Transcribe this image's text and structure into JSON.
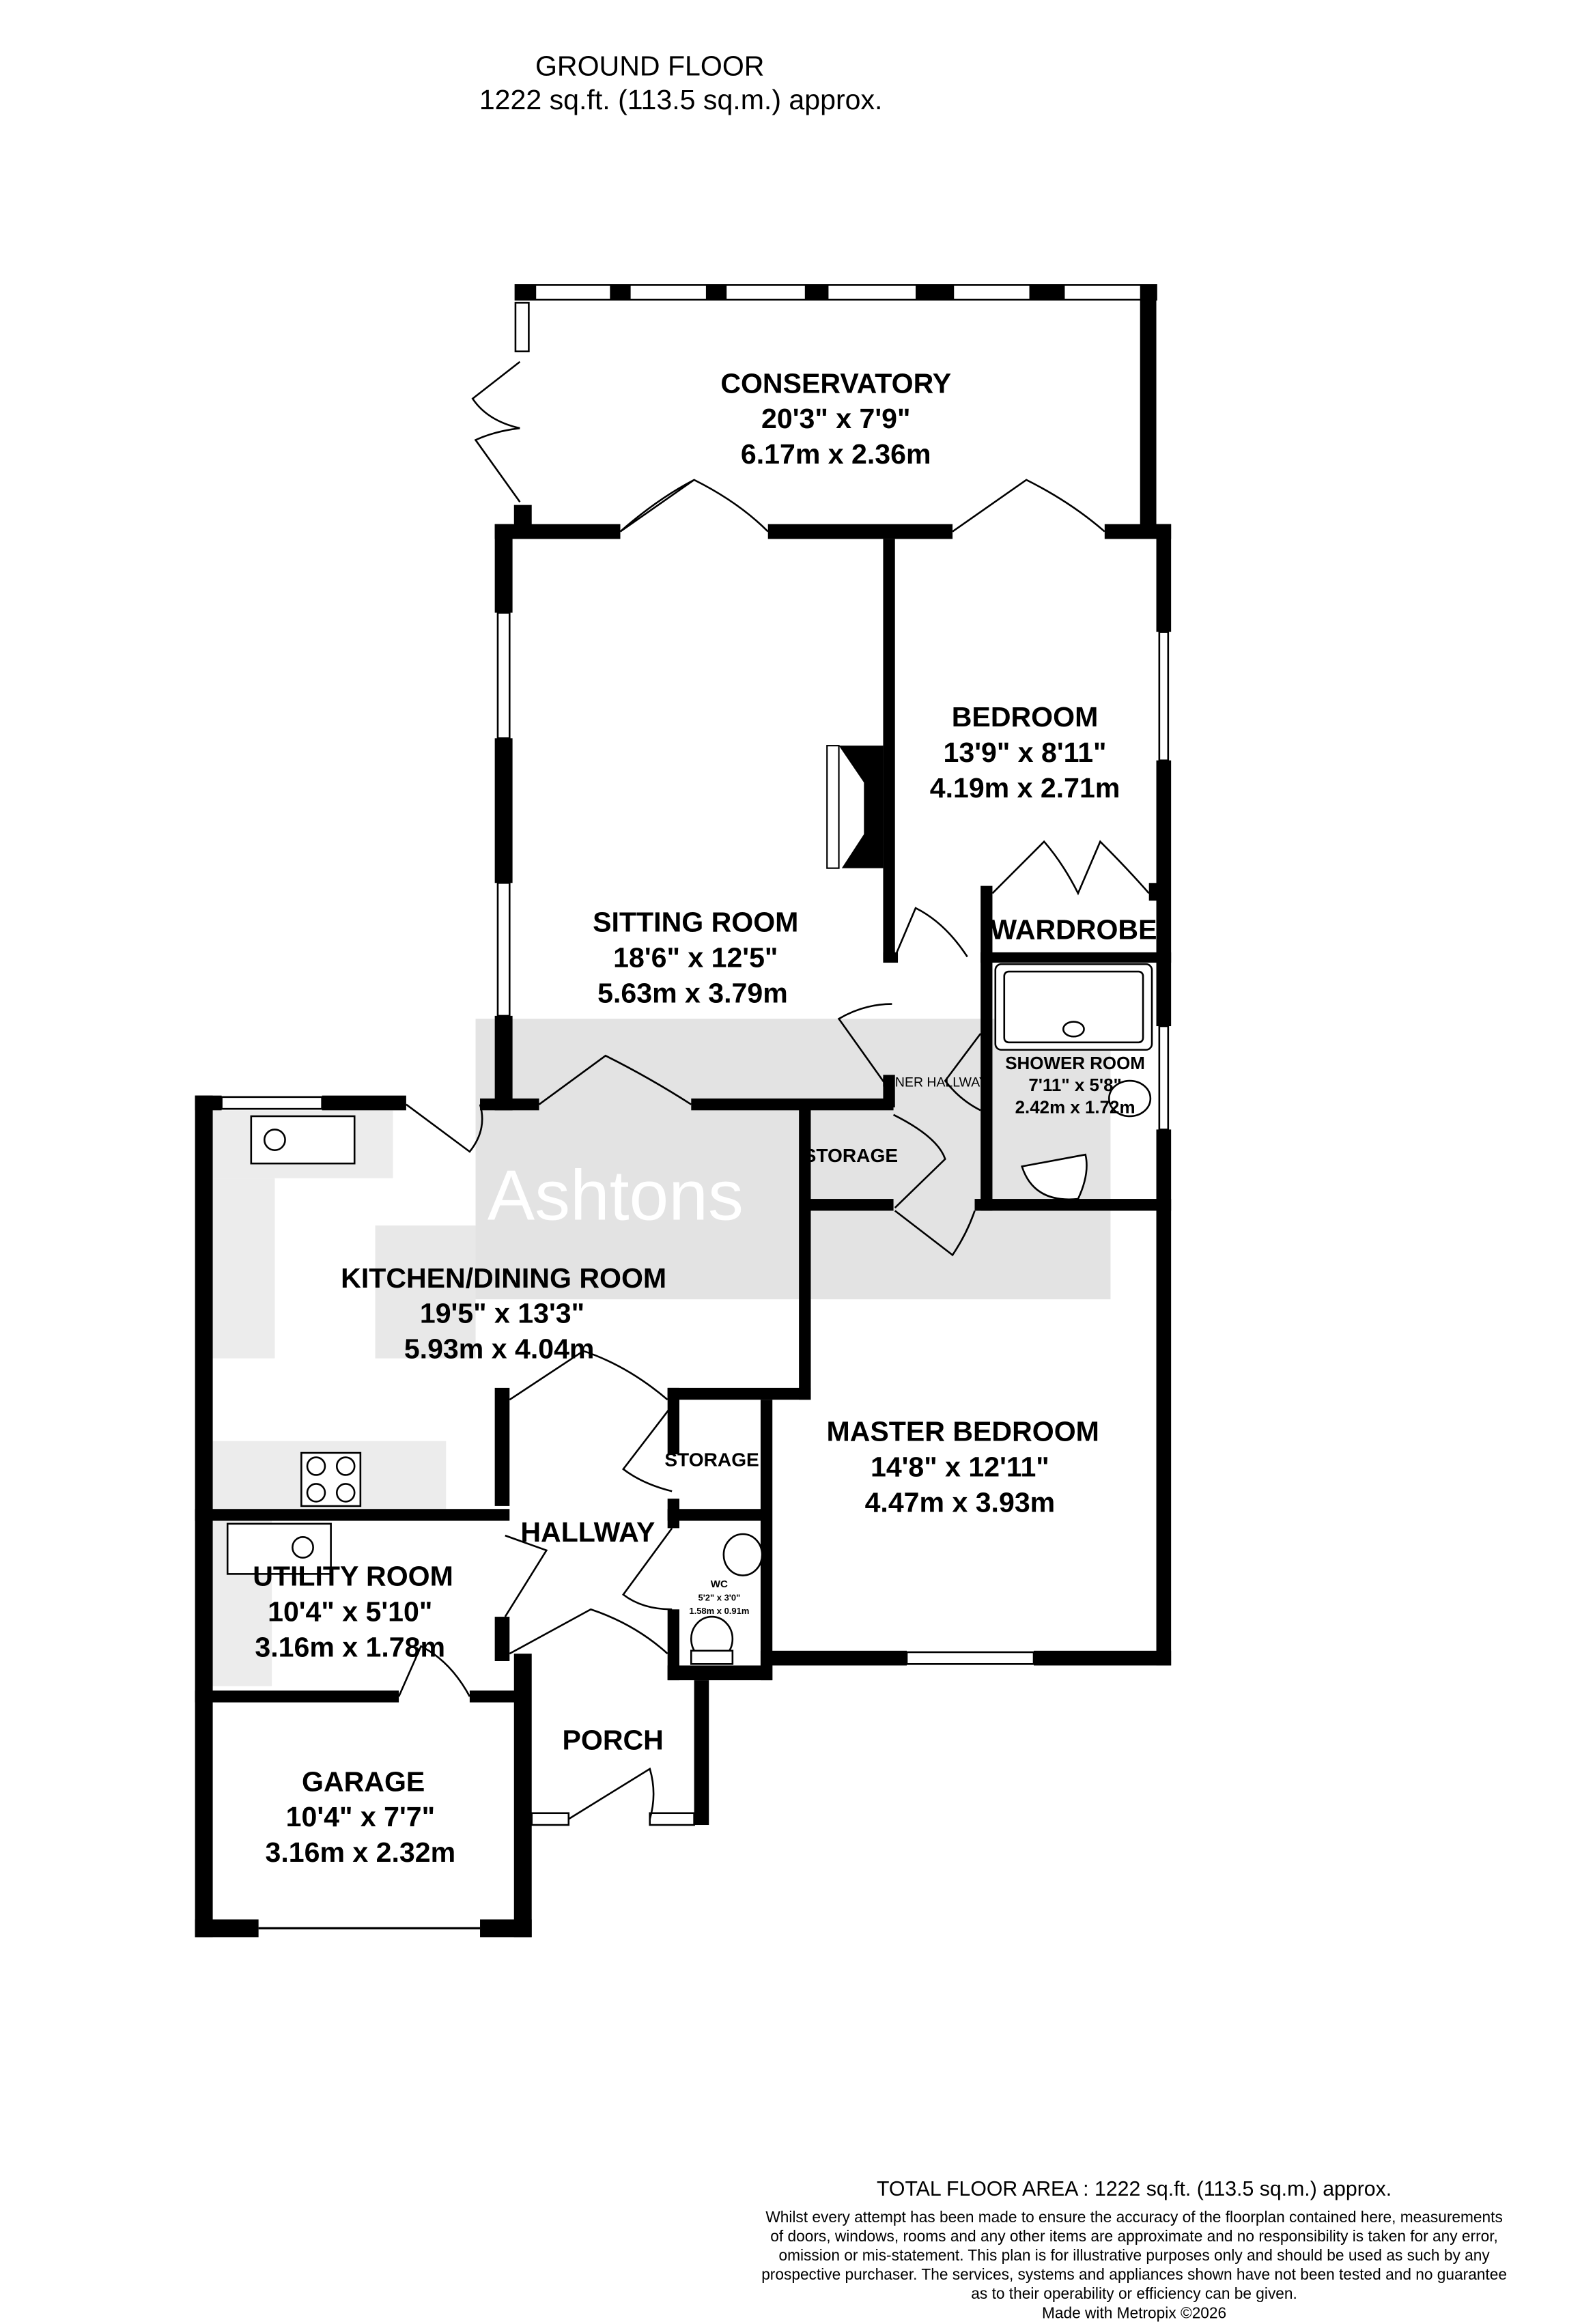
{
  "header": {
    "floor": "GROUND FLOOR",
    "area": "1222 sq.ft. (113.5 sq.m.) approx."
  },
  "watermark": "Ashtons",
  "rooms": {
    "conservatory": {
      "name": "CONSERVATORY",
      "imperial": "20'3\"  x 7'9\"",
      "metric": "6.17m  x 2.36m"
    },
    "bedroom": {
      "name": "BEDROOM",
      "imperial": "13'9\"  x 8'11\"",
      "metric": "4.19m  x 2.71m"
    },
    "sitting_room": {
      "name": "SITTING ROOM",
      "imperial": "18'6\"  x 12'5\"",
      "metric": "5.63m  x 3.79m"
    },
    "wardrobe": {
      "name": "WARDROBE"
    },
    "shower_room": {
      "name": "SHOWER ROOM",
      "imperial": "7'11\"  x 5'8\"",
      "metric": "2.42m  x 1.72m"
    },
    "inner_hallway": {
      "name": "INNER HALLWAY"
    },
    "storage_1": {
      "name": "STORAGE"
    },
    "kitchen": {
      "name": "KITCHEN/DINING ROOM",
      "imperial": "19'5\"  x 13'3\"",
      "metric": "5.93m  x 4.04m"
    },
    "master_bedroom": {
      "name": "MASTER BEDROOM",
      "imperial": "14'8\"  x 12'11\"",
      "metric": "4.47m  x 3.93m"
    },
    "storage_2": {
      "name": "STORAGE"
    },
    "hallway": {
      "name": "HALLWAY"
    },
    "utility": {
      "name": "UTILITY ROOM",
      "imperial": "10'4\"  x 5'10\"",
      "metric": "3.16m  x 1.78m"
    },
    "wc": {
      "name": "WC",
      "imperial": "5'2\"  x 3'0\"",
      "metric": "1.58m  x 0.91m"
    },
    "porch": {
      "name": "PORCH"
    },
    "garage": {
      "name": "GARAGE",
      "imperial": "10'4\"  x 7'7\"",
      "metric": "3.16m  x 2.32m"
    }
  },
  "footer": {
    "total": "TOTAL FLOOR AREA : 1222 sq.ft. (113.5 sq.m.) approx.",
    "disclaimer": [
      "Whilst every attempt has been made to ensure the accuracy of the floorplan contained here, measurements",
      "of doors, windows, rooms and any other items are approximate and no responsibility is taken for any error,",
      "omission or mis-statement. This plan is for illustrative purposes only and should be used as such by any",
      "prospective purchaser. The services, systems and appliances shown have not been tested and no guarantee",
      "as to their operability or efficiency can be given."
    ],
    "credit": "Made with Metropix ©2026"
  }
}
